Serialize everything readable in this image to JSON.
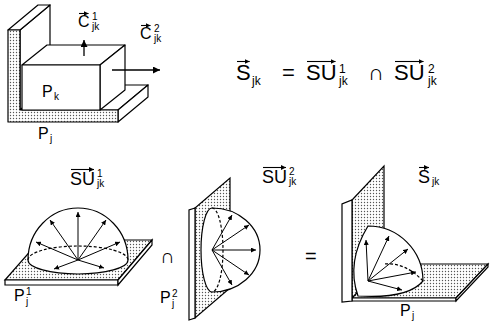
{
  "diagram": {
    "labels": [
      "C",
      "1",
      "jk",
      "C",
      "2",
      "jk",
      "P",
      "k",
      "P",
      "j",
      "S",
      "jk",
      "=",
      "SU",
      "1",
      "jk",
      "∩",
      "SU",
      "2",
      "jk",
      "SU",
      "1",
      "jk",
      "P",
      "1",
      "j",
      "∩",
      "SU",
      "2",
      "jk",
      "P",
      "2",
      "j",
      "=",
      "S",
      "jk",
      "P",
      "j"
    ]
  }
}
